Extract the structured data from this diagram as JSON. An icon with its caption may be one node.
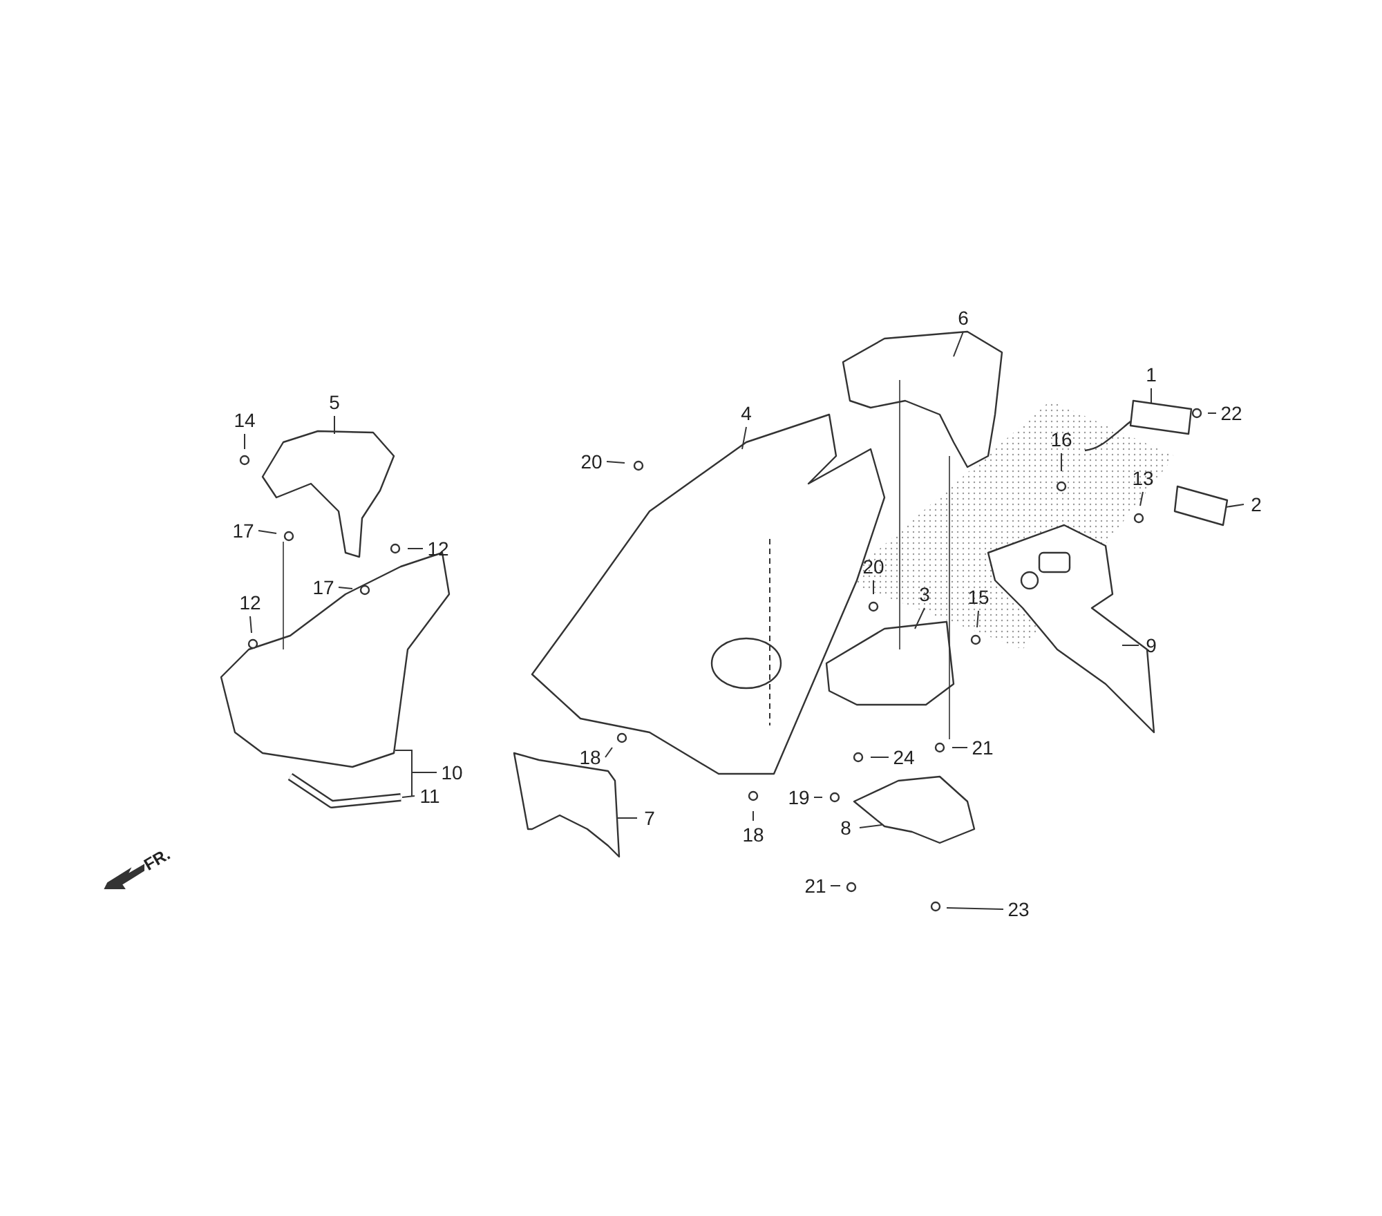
{
  "diagram": {
    "nodes": [
      {
        "text": [
          "6"
        ]
      },
      {
        "text": [
          "1"
        ]
      },
      {
        "text": [
          "5"
        ]
      },
      {
        "text": [
          "22"
        ]
      },
      {
        "text": [
          "4"
        ]
      },
      {
        "text": [
          "14"
        ]
      },
      {
        "text": [
          "16"
        ]
      },
      {
        "text": [
          "20"
        ]
      },
      {
        "text": [
          "13"
        ]
      },
      {
        "text": [
          "2"
        ]
      },
      {
        "text": [
          "17"
        ]
      },
      {
        "text": [
          "12"
        ]
      },
      {
        "text": [
          "20"
        ]
      },
      {
        "text": [
          "17"
        ]
      },
      {
        "text": [
          "3"
        ]
      },
      {
        "text": [
          "15"
        ]
      },
      {
        "text": [
          "12"
        ]
      },
      {
        "text": [
          "9"
        ]
      },
      {
        "text": [
          "21"
        ]
      },
      {
        "text": [
          "24"
        ]
      },
      {
        "text": [
          "18"
        ]
      },
      {
        "text": [
          "10"
        ]
      },
      {
        "text": [
          "11"
        ]
      },
      {
        "text": [
          "19"
        ]
      },
      {
        "text": [
          "7"
        ]
      },
      {
        "text": [
          "8"
        ]
      },
      {
        "text": [
          "18"
        ]
      },
      {
        "text": [
          "21"
        ]
      },
      {
        "text": [
          "23"
        ]
      }
    ],
    "edges": [
      {
        "from": 0,
        "to": null,
        "arrow": "none"
      },
      {
        "from": 1,
        "to": null,
        "arrow": "none"
      },
      {
        "from": 2,
        "to": null,
        "arrow": "none"
      },
      {
        "from": 3,
        "to": null,
        "arrow": "none"
      },
      {
        "from": 4,
        "to": null,
        "arrow": "none"
      },
      {
        "from": 5,
        "to": null,
        "arrow": "none"
      },
      {
        "from": 6,
        "to": null,
        "arrow": "none"
      },
      {
        "from": 7,
        "to": null,
        "arrow": "none"
      },
      {
        "from": 8,
        "to": null,
        "arrow": "none"
      },
      {
        "from": 9,
        "to": null,
        "arrow": "none"
      },
      {
        "from": 10,
        "to": null,
        "arrow": "none"
      },
      {
        "from": 11,
        "to": null,
        "arrow": "none"
      },
      {
        "from": 12,
        "to": null,
        "arrow": "none"
      },
      {
        "from": 13,
        "to": null,
        "arrow": "none"
      },
      {
        "from": 14,
        "to": null,
        "arrow": "none"
      },
      {
        "from": 15,
        "to": null,
        "arrow": "none"
      },
      {
        "from": 16,
        "to": null,
        "arrow": "none"
      },
      {
        "from": 17,
        "to": null,
        "arrow": "none"
      },
      {
        "from": 18,
        "to": null,
        "arrow": "none"
      },
      {
        "from": 19,
        "to": null,
        "arrow": "none"
      },
      {
        "from": 20,
        "to": null,
        "arrow": "none"
      },
      {
        "from": 21,
        "to": null,
        "arrow": "none"
      },
      {
        "from": 22,
        "to": null,
        "arrow": "none"
      },
      {
        "from": 23,
        "to": null,
        "arrow": "none"
      },
      {
        "from": 24,
        "to": null,
        "arrow": "none"
      },
      {
        "from": 25,
        "to": null,
        "arrow": "none"
      },
      {
        "from": 26,
        "to": null,
        "arrow": "none"
      },
      {
        "from": 27,
        "to": null,
        "arrow": "none"
      },
      {
        "from": 28,
        "to": null,
        "arrow": "none"
      }
    ],
    "labels": [
      "FR."
    ]
  }
}
